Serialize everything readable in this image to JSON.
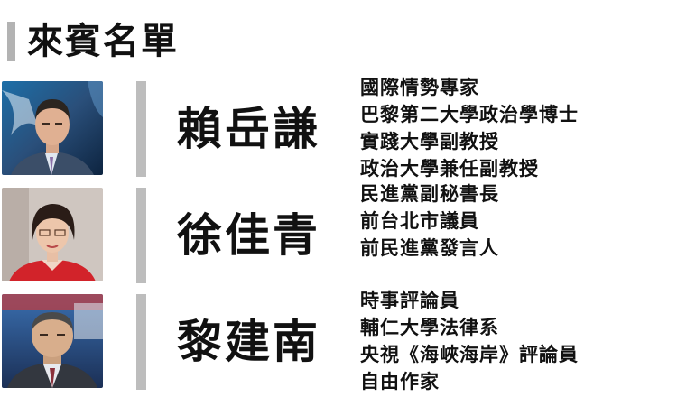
{
  "header": {
    "title": "來賓名單"
  },
  "guests": [
    {
      "name": "賴岳謙",
      "credentials": [
        "國際情勢專家",
        "巴黎第二大學政治學博士",
        "實踐大學副教授",
        "政治大學兼任副教授"
      ]
    },
    {
      "name": "徐佳青",
      "credentials": [
        "民進黨副秘書長",
        "前台北市議員",
        "前民進黨發言人"
      ]
    },
    {
      "name": "黎建南",
      "credentials": [
        "時事評論員",
        "輔仁大學法律系",
        "央視《海峽海岸》評論員",
        "自由作家"
      ]
    }
  ]
}
